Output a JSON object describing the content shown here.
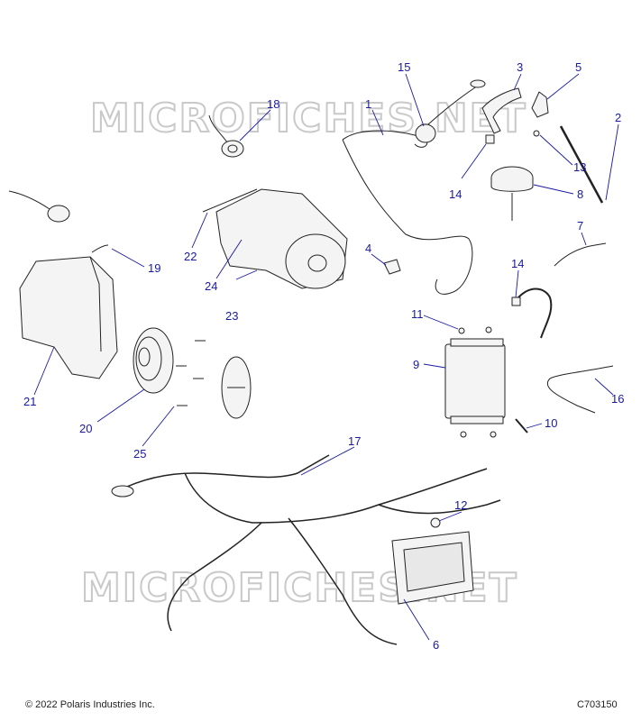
{
  "watermark": "MICROFICHES.NET",
  "copyright": "© 2022 Polaris Industries Inc.",
  "drawing_id": "C703150",
  "callouts": [
    "1",
    "2",
    "3",
    "4",
    "5",
    "6",
    "7",
    "8",
    "9",
    "10",
    "11",
    "12",
    "13",
    "14",
    "14",
    "15",
    "16",
    "17",
    "18",
    "19",
    "20",
    "21",
    "22",
    "23",
    "24",
    "25"
  ]
}
